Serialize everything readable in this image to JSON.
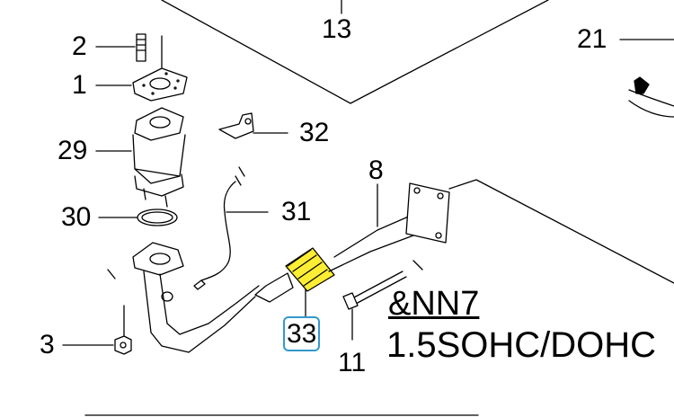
{
  "diagram": {
    "callouts": [
      {
        "id": "2",
        "label": "2"
      },
      {
        "id": "1",
        "label": "1"
      },
      {
        "id": "29",
        "label": "29"
      },
      {
        "id": "30",
        "label": "30"
      },
      {
        "id": "3",
        "label": "3"
      },
      {
        "id": "13",
        "label": "13"
      },
      {
        "id": "21",
        "label": "21"
      },
      {
        "id": "32",
        "label": "32"
      },
      {
        "id": "31",
        "label": "31"
      },
      {
        "id": "8",
        "label": "8"
      },
      {
        "id": "33",
        "label": "33",
        "highlighted": true
      },
      {
        "id": "11",
        "label": "11"
      }
    ],
    "variant": {
      "code": "&NN7",
      "engine": "1.5SOHC/DOHC"
    },
    "colors": {
      "line": "#000000",
      "highlight_fill": "#ffee33",
      "highlight_border": "#3399cc"
    }
  }
}
